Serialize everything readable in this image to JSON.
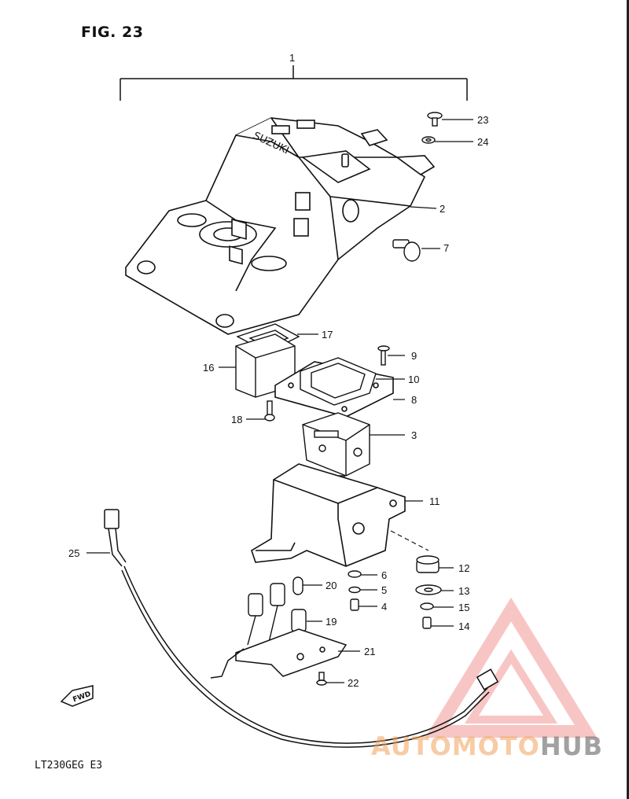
{
  "figure": {
    "title": "FIG. 23",
    "model_code": "LT230GEG  E3"
  },
  "brand_mark": "SUZUKI",
  "fwd_label": "FWD",
  "watermark": {
    "part1": "AUTOMOTO",
    "part2": "HUB",
    "color_primary": "#f2a15a",
    "color_secondary": "#555555",
    "logo_color": "#f08080"
  },
  "callouts": {
    "c1": "1",
    "c2": "2",
    "c3": "3",
    "c4": "4",
    "c5": "5",
    "c6": "6",
    "c7": "7",
    "c8": "8",
    "c9": "9",
    "c10": "10",
    "c11": "11",
    "c12": "12",
    "c13": "13",
    "c14": "14",
    "c15": "15",
    "c16": "16",
    "c17": "17",
    "c18": "18",
    "c19": "19",
    "c20": "20",
    "c21": "21",
    "c22": "22",
    "c23": "23",
    "c24": "24",
    "c25": "25"
  }
}
